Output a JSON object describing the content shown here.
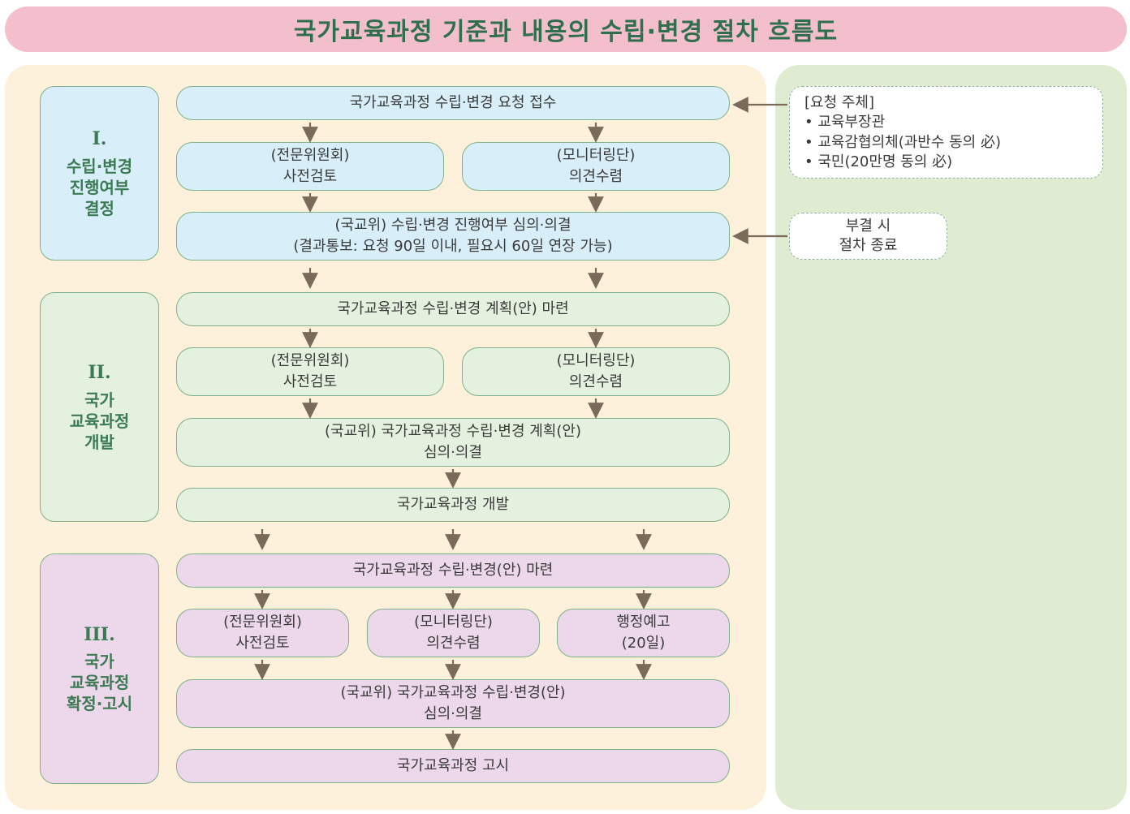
{
  "title": "국가교육과정 기준과 내용의 수립·변경 절차 흐름도",
  "colors": {
    "stage1": "#d8eef8",
    "stage2": "#e4f1de",
    "stage3": "#ecd8ea",
    "title_bg": "#f3bfcd",
    "title_text": "#2f6f4d"
  },
  "stages": [
    {
      "num": "I.",
      "label": "수립·변경\n진행여부\n결정"
    },
    {
      "num": "II.",
      "label": "국가\n교육과정\n개발"
    },
    {
      "num": "III.",
      "label": "국가\n교육과정\n확정·고시"
    }
  ],
  "s1": {
    "receive": "국가교육과정 수립·변경 요청 접수",
    "expert_l1": "(전문위원회)",
    "expert_l2": "사전검토",
    "monitor_l1": "(모니터링단)",
    "monitor_l2": "의견수렴",
    "council_l1": "(국교위) 수립·변경 진행여부 심의·의결",
    "council_l2": "(결과통보: 요청 90일 이내, 필요시 60일 연장 가능)"
  },
  "s2": {
    "plan": "국가교육과정 수립·변경 계획(안) 마련",
    "expert_l1": "(전문위원회)",
    "expert_l2": "사전검토",
    "monitor_l1": "(모니터링단)",
    "monitor_l2": "의견수렴",
    "council_l1": "(국교위) 국가교육과정 수립·변경 계획(안)",
    "council_l2": "심의·의결",
    "develop": "국가교육과정 개발"
  },
  "s3": {
    "draft": "국가교육과정 수립·변경(안) 마련",
    "expert_l1": "(전문위원회)",
    "expert_l2": "사전검토",
    "monitor_l1": "(모니터링단)",
    "monitor_l2": "의견수렴",
    "notice_l1": "행정예고",
    "notice_l2": "(20일)",
    "council_l1": "(국교위) 국가교육과정 수립·변경(안)",
    "council_l2": "심의·의결",
    "announce": "국가교육과정 고시"
  },
  "side": {
    "request_title": "[요청 주체]",
    "request_items": [
      "• 교육부장관",
      "• 교육감협의체(과반수 동의 必)",
      "• 국민(20만명 동의 必)"
    ],
    "reject_l1": "부결 시",
    "reject_l2": "절차 종료"
  }
}
